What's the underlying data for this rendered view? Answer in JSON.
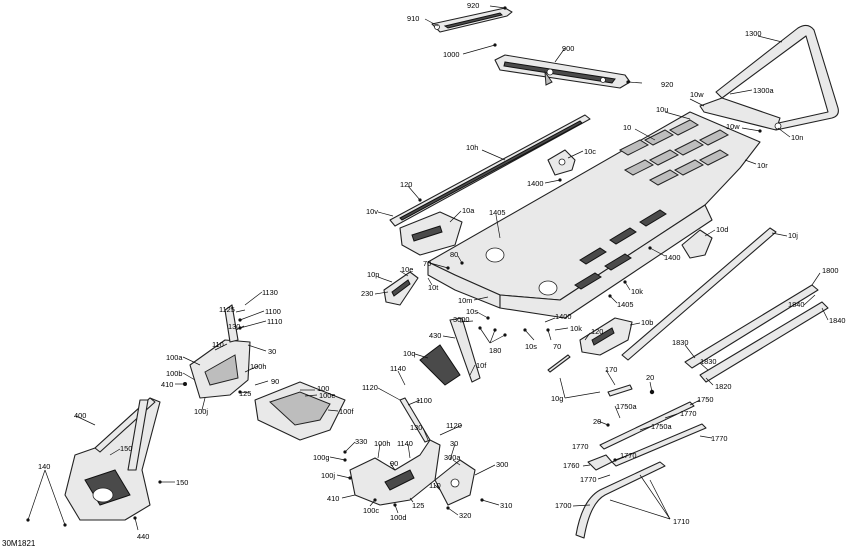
{
  "figure": {
    "reference": "30M1821",
    "callouts": {
      "c920_top": "920",
      "c910": "910",
      "c1000": "1000",
      "c900": "900",
      "c920_mid": "920",
      "c1300": "1300",
      "c1300a": "1300a",
      "c10w_a": "10w",
      "c10u": "10u",
      "c10w_b": "10w",
      "c10n": "10n",
      "c10": "10",
      "c10c": "10c",
      "c10h": "10h",
      "c10r": "10r",
      "c1400_a": "1400",
      "c120_a": "120",
      "c1405_a": "1405",
      "c10v": "10v",
      "c10a": "10a",
      "c10d": "10d",
      "c10j": "10j",
      "c1400_b": "1400",
      "c70_a": "70",
      "c80": "80",
      "c10e": "10e",
      "c10p": "10p",
      "c10t": "10t",
      "c230": "230",
      "c10k_a": "10k",
      "c10m": "10m",
      "c1405_b": "1405",
      "c1800": "1800",
      "c1840_a": "1840",
      "c1840_b": "1840",
      "c10s_a": "10s",
      "c3000": "3000",
      "c1400_c": "1400",
      "c10k_b": "10k",
      "c10b": "10b",
      "c120_b": "120",
      "c430": "430",
      "c180": "180",
      "c10s_b": "10s",
      "c70_b": "70",
      "c1830_a": "1830",
      "c1830_b": "1830",
      "c10q": "10q",
      "c10f": "10f",
      "c170": "170",
      "c20_a": "20",
      "c1820": "1820",
      "c1130": "1130",
      "c1125": "1125",
      "c1100_a": "1100",
      "c1110": "1110",
      "c130_a": "130",
      "c30_a": "30",
      "c110_a": "110",
      "c100a": "100a",
      "c100h_a": "100h",
      "c100b": "100b",
      "c90_a": "90",
      "c410_a": "410",
      "c125_a": "125",
      "c100j_a": "100j",
      "c100": "100",
      "c100e": "100e",
      "c100f": "100f",
      "c1140_a": "1140",
      "c1120_a": "1120",
      "c1100_b": "1100",
      "c10g": "10g",
      "c1750": "1750",
      "c1750a_a": "1750a",
      "c20_b": "20",
      "c1770_a": "1770",
      "c1750a_b": "1750a",
      "c1770_b": "1770",
      "c1770_c": "1770",
      "c400": "400",
      "c150_a": "150",
      "c150_b": "150",
      "c140": "140",
      "c440": "440",
      "c330": "330",
      "c100h_b": "100h",
      "c1140_b": "1140",
      "c130_b": "130",
      "c30_b": "30",
      "c1120_b": "1120",
      "c100g": "100g",
      "c90_b": "90",
      "c300a": "300a",
      "c300": "300",
      "c100j_b": "100j",
      "c110_b": "110",
      "c310": "310",
      "c410_b": "410",
      "c125_b": "125",
      "c320": "320",
      "c100c": "100c",
      "c100d": "100d",
      "c1760": "1760",
      "c1770_d": "1770",
      "c1770_e": "1770",
      "c1700": "1700",
      "c1710": "1710"
    }
  }
}
